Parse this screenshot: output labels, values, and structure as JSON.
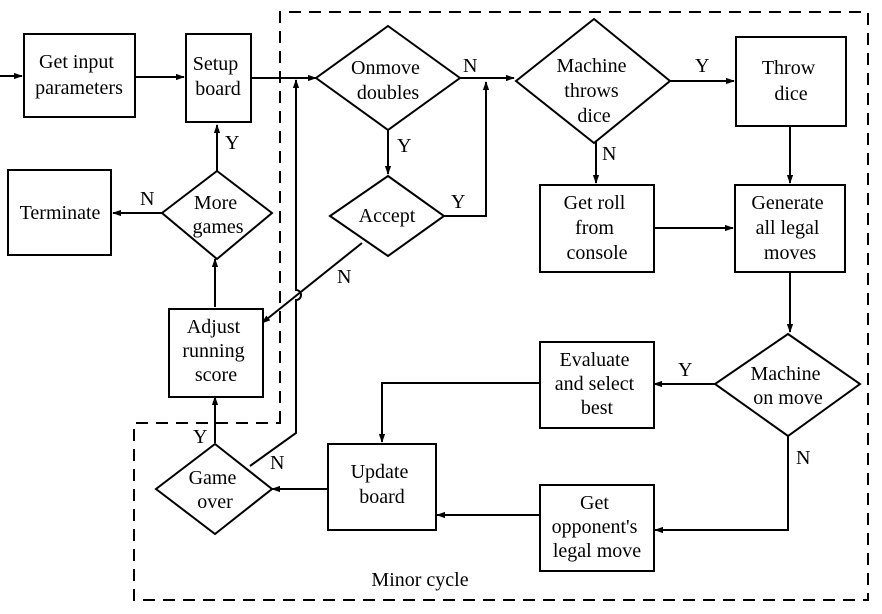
{
  "colors": {
    "stroke": "#000000",
    "background": "#ffffff"
  },
  "nodes": {
    "get_input": [
      "Get input",
      "parameters"
    ],
    "setup_board": [
      "Setup",
      "board"
    ],
    "onmove_doubles": [
      "Onmove",
      "doubles"
    ],
    "machine_throws": [
      "Machine",
      "throws",
      "dice"
    ],
    "throw_dice": [
      "Throw",
      "dice"
    ],
    "terminate": [
      "Terminate"
    ],
    "more_games": [
      "More",
      "games"
    ],
    "accept": [
      "Accept"
    ],
    "get_roll": [
      "Get roll",
      "from",
      "console"
    ],
    "generate_moves": [
      "Generate",
      "all legal",
      "moves"
    ],
    "adjust_score": [
      "Adjust",
      "running",
      "score"
    ],
    "evaluate": [
      "Evaluate",
      "and select",
      "best"
    ],
    "machine_on_move": [
      "Machine",
      "on move"
    ],
    "game_over": [
      "Game",
      "over"
    ],
    "update_board": [
      "Update",
      "board"
    ],
    "get_opponent": [
      "Get",
      "opponent's",
      "legal move"
    ]
  },
  "edge_labels": {
    "onmove_no": "N",
    "onmove_yes": "Y",
    "accept_yes": "Y",
    "accept_no": "N",
    "throws_yes": "Y",
    "throws_no": "N",
    "more_games_yes": "Y",
    "more_games_no": "N",
    "on_move_yes": "Y",
    "on_move_no": "N",
    "game_over_yes": "Y",
    "game_over_no": "N"
  },
  "regions": {
    "minor_cycle": "Minor cycle"
  }
}
